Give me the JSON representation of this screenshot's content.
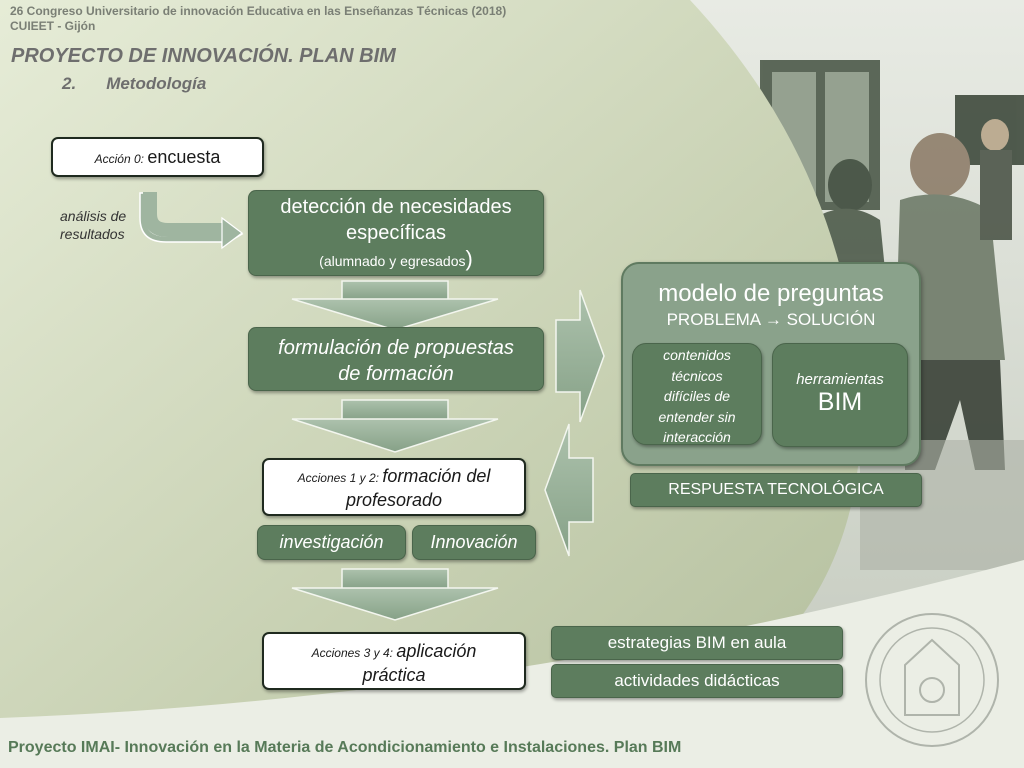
{
  "header": {
    "congress": "26 Congreso Universitario de innovación Educativa en las Enseñanzas Técnicas (2018)",
    "venue": "CUIEET - Gijón"
  },
  "title": "PROYECTO DE INNOVACIÓN. PLAN BIM",
  "section": {
    "number": "2.",
    "label": "Metodología"
  },
  "flow": {
    "accion0": {
      "prefix": "Acción 0: ",
      "label": "encuesta"
    },
    "analisis_line1": "análisis de",
    "analisis_line2": "resultados",
    "deteccion_line1": "detección de necesidades",
    "deteccion_line2": "específicas",
    "deteccion_sub": "(alumnado y egresados",
    "deteccion_paren": ")",
    "formulacion_line1": "formulación de propuestas",
    "formulacion_line2": "de formación",
    "acciones12": {
      "prefix": "Acciones 1 y 2: ",
      "label1": "formación del",
      "label2": "profesorado"
    },
    "investigacion": "investigación",
    "innovacion": "Innovación",
    "acciones34": {
      "prefix": "Acciones 3 y 4: ",
      "label1": "aplicación",
      "label2": "práctica"
    }
  },
  "model": {
    "title": "modelo de preguntas",
    "problema": "PROBLEMA",
    "arrow_glyph": "→",
    "solucion": "SOLUCIÓN",
    "contenidos": [
      "contenidos",
      "técnicos",
      "difíciles de",
      "entender sin",
      "interacción"
    ],
    "herramientas": "herramientas",
    "bim": "BIM",
    "respuesta": "RESPUESTA TECNOLÓGICA"
  },
  "strategies": [
    "estrategias BIM en aula",
    "actividades didácticas"
  ],
  "footer": "Proyecto IMAI- Innovación en la Materia de Acondicionamiento e Instalaciones. Plan BIM",
  "colors": {
    "accent_green": "#5d7d5e",
    "arrow_green": "#9bb39c",
    "footer_green": "#577a58"
  }
}
